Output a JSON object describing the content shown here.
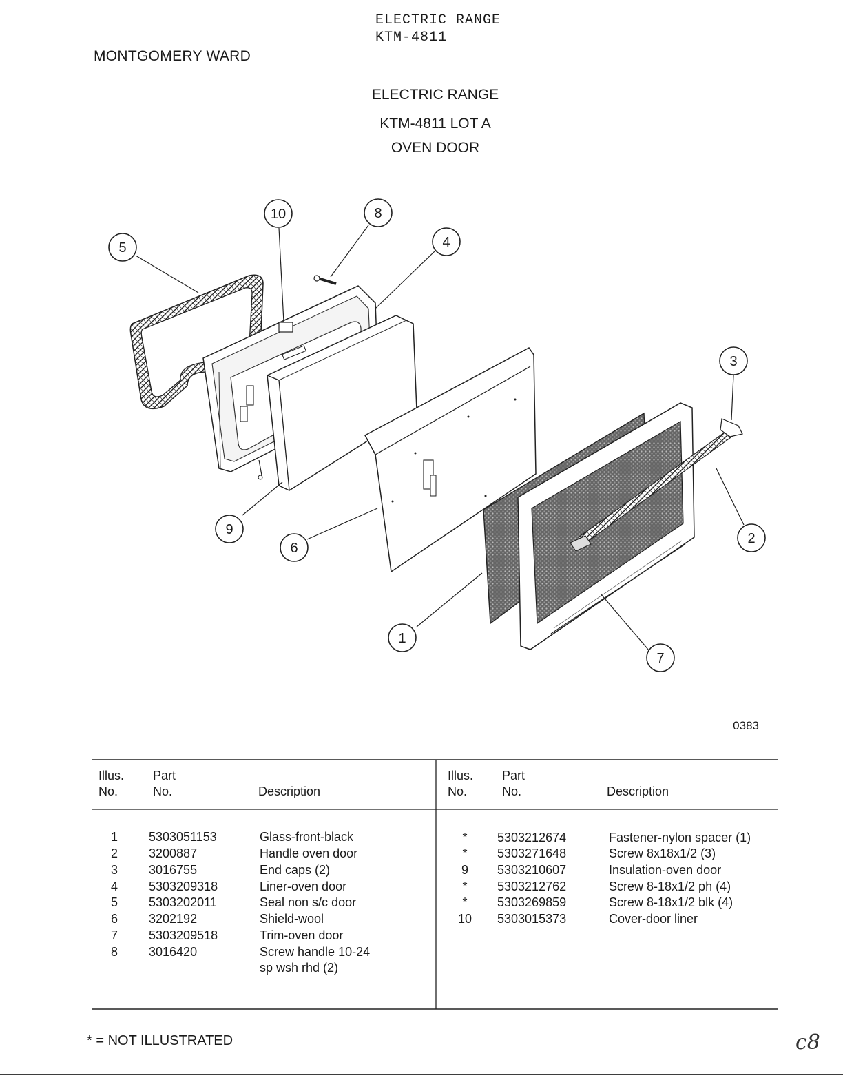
{
  "header": {
    "title_top": "ELECTRIC RANGE",
    "model_top": "KTM-4811",
    "brand": "MONTGOMERY WARD",
    "section_title": "ELECTRIC RANGE",
    "section_model": "KTM-4811 LOT A",
    "section_part": "OVEN DOOR"
  },
  "diagram": {
    "callouts": [
      "10",
      "8",
      "5",
      "4",
      "3",
      "9",
      "6",
      "2",
      "1",
      "7"
    ],
    "figure_code": "0383"
  },
  "table": {
    "headers": {
      "illus_line1": "Illus.",
      "illus_line2": "No.",
      "part_line1": "Part",
      "part_line2": "No.",
      "description": "Description"
    },
    "left_rows": [
      {
        "illus": "1",
        "part": "5303051153",
        "desc": "Glass-front-black"
      },
      {
        "illus": "2",
        "part": "3200887",
        "desc": "Handle oven door"
      },
      {
        "illus": "3",
        "part": "3016755",
        "desc": "End caps (2)"
      },
      {
        "illus": "4",
        "part": "5303209318",
        "desc": "Liner-oven door"
      },
      {
        "illus": "5",
        "part": "5303202011",
        "desc": "Seal non s/c door"
      },
      {
        "illus": "6",
        "part": "3202192",
        "desc": "Shield-wool"
      },
      {
        "illus": "7",
        "part": "5303209518",
        "desc": "Trim-oven door"
      },
      {
        "illus": "8",
        "part": "3016420",
        "desc": "Screw handle 10-24",
        "desc2": "sp wsh rhd (2)"
      }
    ],
    "right_rows": [
      {
        "illus": "*",
        "part": "5303212674",
        "desc": "Fastener-nylon spacer (1)"
      },
      {
        "illus": "*",
        "part": "5303271648",
        "desc": "Screw 8x18x1/2 (3)"
      },
      {
        "illus": "9",
        "part": "5303210607",
        "desc": "Insulation-oven door"
      },
      {
        "illus": "*",
        "part": "5303212762",
        "desc": "Screw 8-18x1/2 ph (4)"
      },
      {
        "illus": "*",
        "part": "5303269859",
        "desc": "Screw 8-18x1/2 blk (4)"
      },
      {
        "illus": "10",
        "part": "5303015373",
        "desc": "Cover-door liner"
      }
    ]
  },
  "footer": {
    "note": "* = NOT ILLUSTRATED",
    "handwritten": "c8"
  }
}
